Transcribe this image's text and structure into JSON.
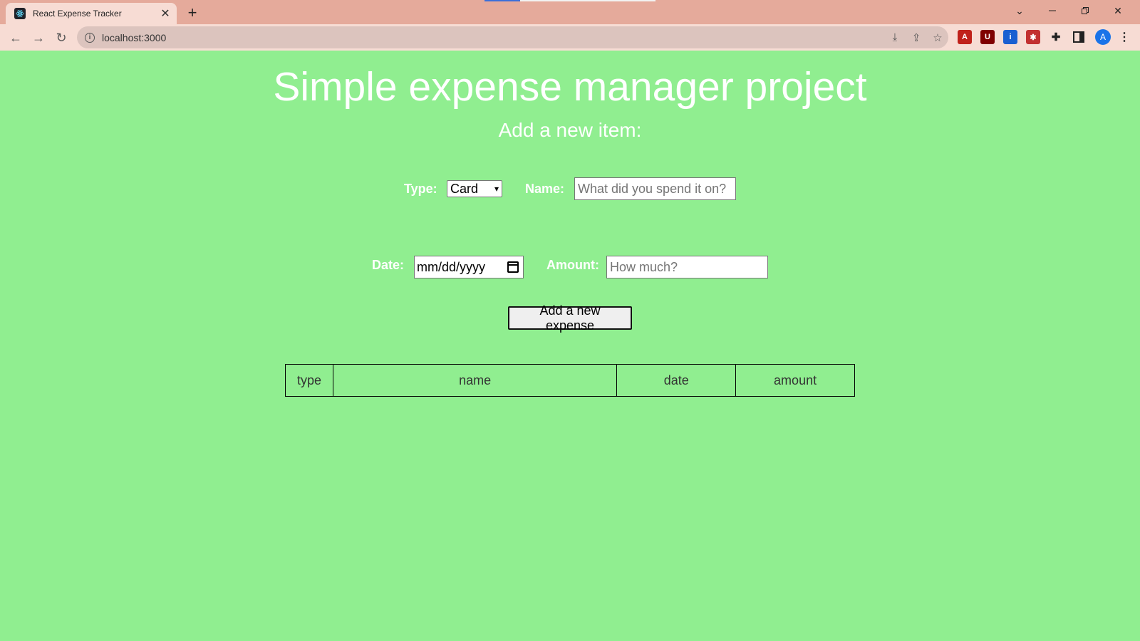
{
  "browser": {
    "tab_title": "React Expense Tracker",
    "url": "localhost:3000",
    "avatar_letter": "A",
    "extensions": [
      {
        "name": "pdf-extension-icon",
        "glyph": "A",
        "color": "#c0211a"
      },
      {
        "name": "ublock-icon",
        "glyph": "U",
        "color": "#800000"
      },
      {
        "name": "info-extension-icon",
        "glyph": "i",
        "color": "#1a5fd1"
      },
      {
        "name": "red-extension-icon",
        "glyph": "✱",
        "color": "#c23030"
      }
    ]
  },
  "page": {
    "title": "Simple expense manager project",
    "subtitle": "Add a new item:"
  },
  "form": {
    "type_label": "Type:",
    "type_value": "Card",
    "name_label": "Name:",
    "name_placeholder": "What did you spend it on?",
    "date_label": "Date:",
    "date_placeholder": "mm/dd/yyyy",
    "amount_label": "Amount:",
    "amount_placeholder": "How much?",
    "submit_label": "Add a new expense"
  },
  "table": {
    "columns": [
      "type",
      "name",
      "date",
      "amount"
    ]
  },
  "colors": {
    "page_background": "#90ee90",
    "chrome_background": "#e5aa9b"
  }
}
